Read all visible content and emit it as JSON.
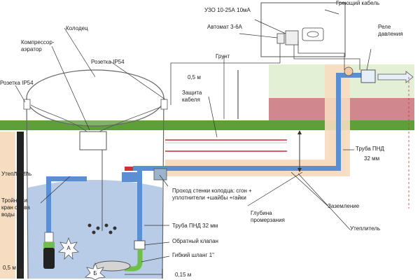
{
  "labels": {
    "well": "Колодец",
    "compressor": "Компрессор-\nаэратор",
    "socket_top": "Розетка IP54",
    "socket_left": "Розетка IP54",
    "soil": "Грунт",
    "depth_05": "0,5 м",
    "cable_protection": "Защита\nкабеля",
    "uzo": "УЗО  10-25А 10мА",
    "breaker": "Автомат 3-6А",
    "heating_cable": "Греющий кабель",
    "relay": "Реле\nдавления",
    "pipe_right": "Труба ПНД",
    "pipe_right_size": "32 мм",
    "insulation_left": "Утеплитель",
    "tee_drain": "Тройник и\nкран слива\nводы",
    "wall_pass": "Проход стенки колодца: сгон +\nуплотнители +шайбы +гайки",
    "freeze_depth": "Глубина\nпромерзания",
    "grounding": "Заземление",
    "pipe_well": "Труба ПНД 32 мм",
    "check_valve": "Обратный клапан",
    "hose": "Гибкий шланг 1\"",
    "insulation_right": "Утеплитель",
    "dim_left": "0,5 м",
    "dim_bottom": "0,15 м",
    "badge_a": "А",
    "badge_b": "Б"
  },
  "colors": {
    "soil_green": "#5f9f3a",
    "pipe_blue": "#5b8fd4",
    "insulation": "#f6dcc0",
    "heat_cable": "#d86060",
    "water": "#b8cce8",
    "outdoor_box": "#e3f0d6"
  }
}
